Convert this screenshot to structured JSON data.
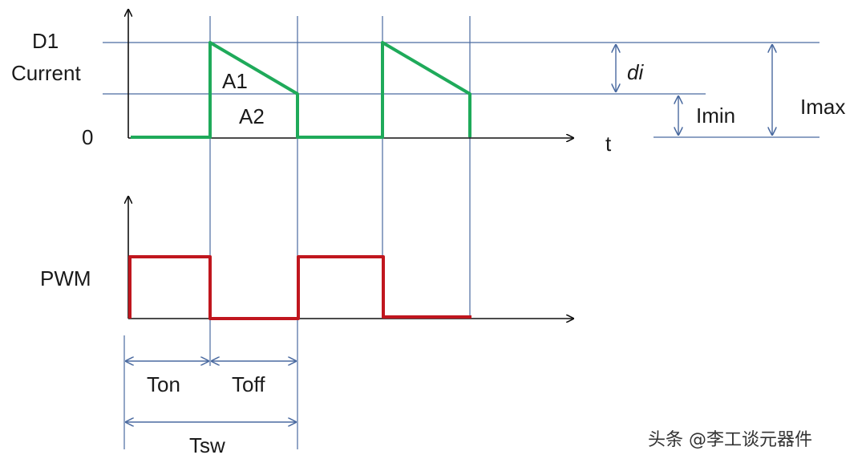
{
  "labels": {
    "d1": "D1",
    "current": "Current",
    "zero": "0",
    "t": "t",
    "a1": "A1",
    "a2": "A2",
    "di": "di",
    "imin": "Imin",
    "imax": "Imax",
    "pwm": "PWM",
    "ton": "Ton",
    "toff": "Toff",
    "tsw": "Tsw"
  },
  "watermark": "头条 @李工谈元器件",
  "colors": {
    "current_trace": "#1faa5a",
    "pwm_trace": "#c0161e",
    "guide": "#4a6aa0",
    "axis": "#111111"
  }
}
